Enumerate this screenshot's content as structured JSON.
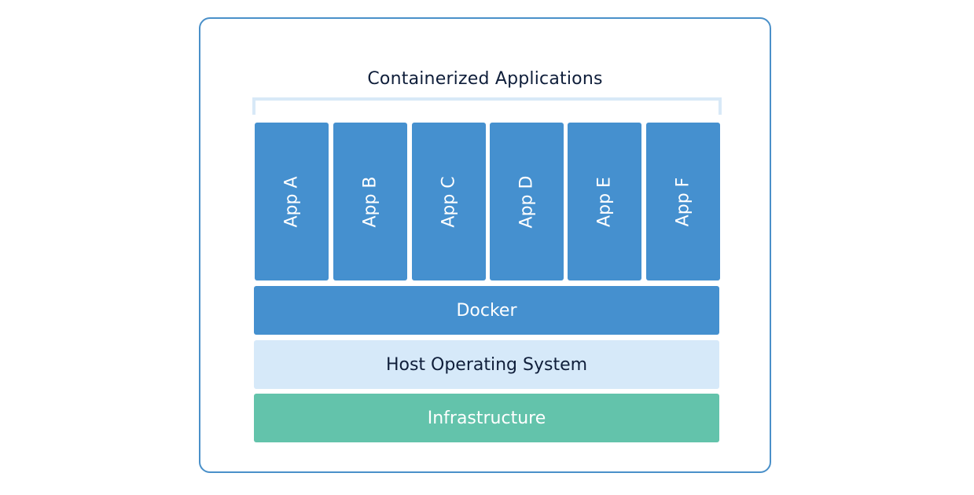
{
  "diagram": {
    "title": "Containerized Applications",
    "apps": [
      {
        "label": "App A"
      },
      {
        "label": "App B"
      },
      {
        "label": "App C"
      },
      {
        "label": "App D"
      },
      {
        "label": "App E"
      },
      {
        "label": "App F"
      }
    ],
    "layers": {
      "docker": "Docker",
      "host_os": "Host Operating System",
      "infrastructure": "Infrastructure"
    }
  },
  "colors": {
    "frame_border": "#4a90c9",
    "app_block": "#4590cf",
    "docker_layer": "#4590cf",
    "host_os_layer": "#d6e9f9",
    "infrastructure_layer": "#63c3ab",
    "bracket": "#d8e9f7",
    "title_text": "#0f1e3a"
  }
}
